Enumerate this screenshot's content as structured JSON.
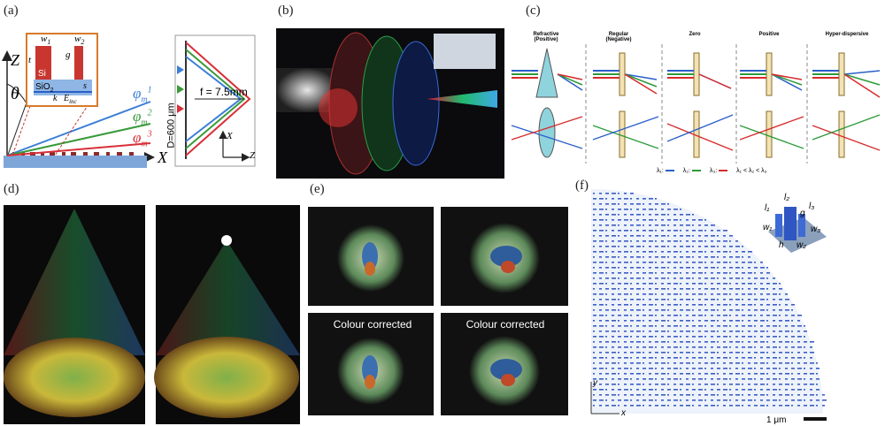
{
  "figure": {
    "panels": {
      "a": {
        "label": "(a)",
        "axis_z": "Z",
        "axis_x": "X",
        "theta": "θ",
        "inset_labels": {
          "w1": "w",
          "w1_sub": "1",
          "w2": "w",
          "w2_sub": "2",
          "g": "g",
          "t": "t",
          "si": "Si",
          "sio2": "SiO",
          "sio2_sub": "2",
          "s": "s",
          "k": "k",
          "e": "E",
          "e_sub": "inc"
        },
        "phi_labels": [
          {
            "base": "φ",
            "sub": "m",
            "sup": "1",
            "color": "#3b7fd6"
          },
          {
            "base": "φ",
            "sub": "m",
            "sup": "2",
            "color": "#3a9a3a"
          },
          {
            "base": "φ",
            "sub": "m",
            "sup": "3",
            "color": "#d8303a"
          }
        ],
        "f_label": "f = 7.5mm",
        "d_label": "D=600 μm",
        "sub_axes": {
          "x": "X",
          "z": "Z"
        }
      },
      "b": {
        "label": "(b)"
      },
      "c": {
        "label": "(c)",
        "columns": [
          {
            "title": "Refractive",
            "subtitle": "(Positive)"
          },
          {
            "title": "Regular",
            "subtitle": "(Negative)"
          },
          {
            "title": "Zero",
            "subtitle": ""
          },
          {
            "title": "Positive",
            "subtitle": ""
          },
          {
            "title": "Hyper-dispersive",
            "subtitle": ""
          }
        ],
        "legend": [
          {
            "text": "λ₁:",
            "color": "#2a5fc9"
          },
          {
            "text": "λ₂:",
            "color": "#2d9a3a"
          },
          {
            "text": "λ₃:",
            "color": "#d62b2b"
          }
        ],
        "legend_relation": "λ₁ < λ₂ < λ₃"
      },
      "d": {
        "label": "(d)"
      },
      "e": {
        "label": "(e)",
        "captions": [
          "Colour corrected",
          "Colour corrected"
        ]
      },
      "f": {
        "label": "(f)",
        "inset_labels": [
          "l₁",
          "l₂",
          "l₃",
          "w₁",
          "w₂",
          "w₃",
          "g",
          "h"
        ],
        "axis_x": "x",
        "axis_y": "y",
        "scale_label": "1 μm"
      }
    }
  }
}
